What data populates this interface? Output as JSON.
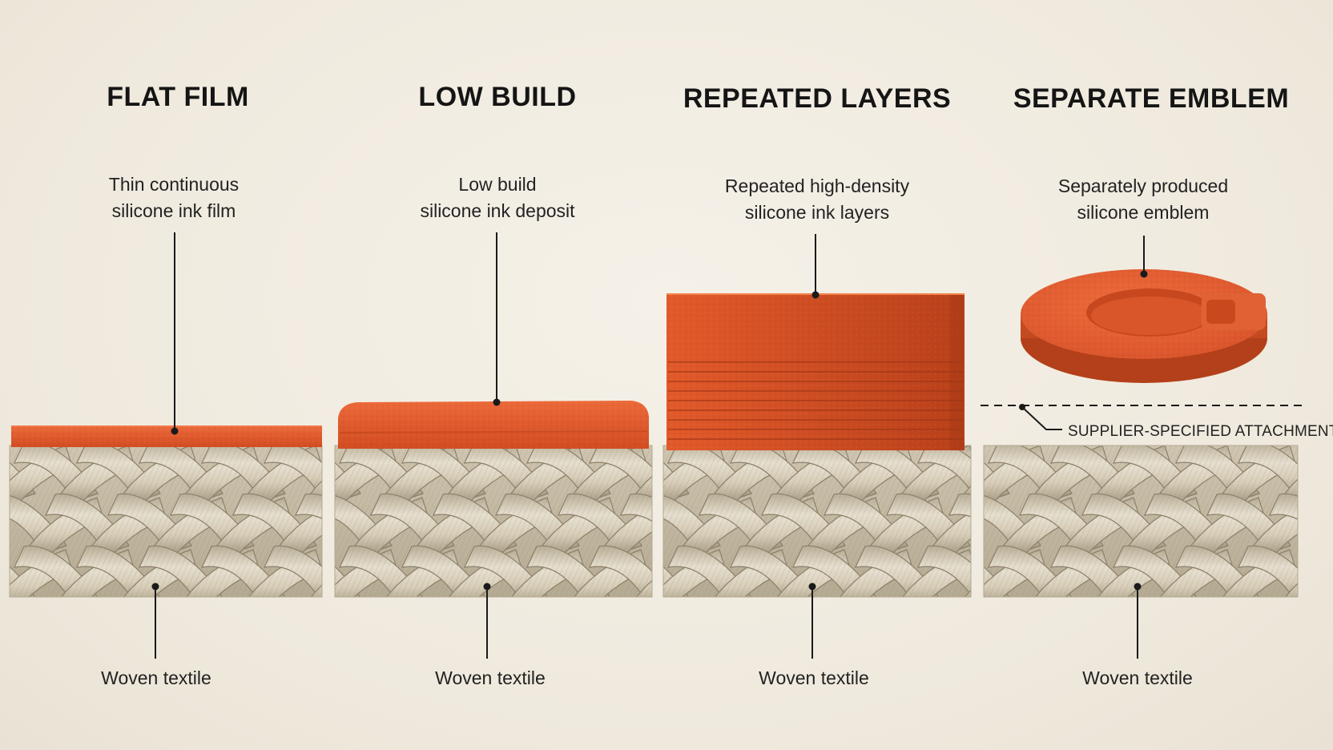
{
  "panels": [
    {
      "title": "FLAT FILM",
      "label_line1": "Thin continuous",
      "label_line2": "silicone ink film",
      "textile_label": "Woven textile"
    },
    {
      "title": "LOW BUILD",
      "label_line1": "Low build",
      "label_line2": "silicone ink deposit",
      "textile_label": "Woven textile"
    },
    {
      "title": "REPEATED LAYERS",
      "label_line1": "Repeated high-density",
      "label_line2": "silicone ink layers",
      "textile_label": "Woven textile"
    },
    {
      "title": "SEPARATE EMBLEM",
      "label_line1": "Separately produced",
      "label_line2": "silicone emblem",
      "textile_label": "Woven textile",
      "attachment_label": "SUPPLIER-SPECIFIED ATTACHMENT"
    }
  ],
  "colors": {
    "silicone": "#e2572a",
    "silicone_dark": "#b83d17",
    "textile": "#d9d0bd",
    "textile_dark": "#a89c84",
    "background": "#f2ede3",
    "leader": "#1a1a1a"
  }
}
